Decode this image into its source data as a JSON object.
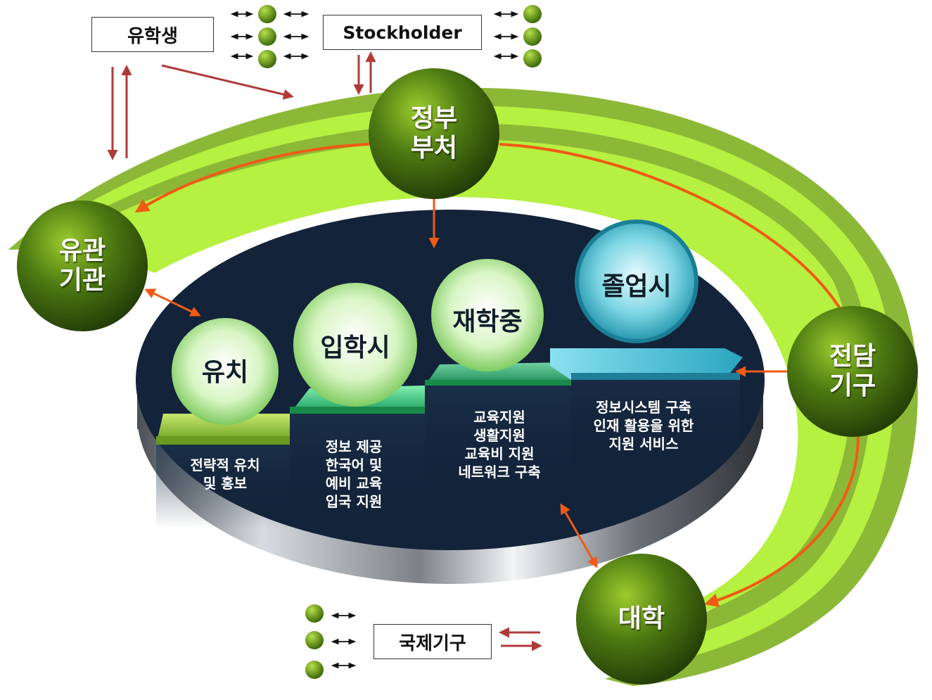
{
  "boxes": {
    "international_students": "유학생",
    "stockholder": "Stockholder",
    "international_organizations": "국제기구"
  },
  "nodes": {
    "government": [
      "정부",
      "부처"
    ],
    "related_agencies": [
      "유관",
      "기관"
    ],
    "dedicated_agency": [
      "전담",
      "기구"
    ],
    "university": [
      "대학"
    ]
  },
  "stages": [
    {
      "label": "유치",
      "items": [
        "전략적 유치",
        "및 홍보"
      ]
    },
    {
      "label": "입학시",
      "items": [
        "정보 제공",
        "한국어 및",
        "예비 교육",
        "입국 지원"
      ]
    },
    {
      "label": "재학중",
      "items": [
        "교육지원",
        "생활지원",
        "교육비 지원",
        "네트워크 구축"
      ]
    },
    {
      "label": "졸업시",
      "items": [
        "정보시스템 구축",
        "인재 활용을 위한",
        "지원 서비스"
      ]
    }
  ],
  "colors": {
    "ring_bright": "#b6f040",
    "ring_dark": "#8cb838",
    "node_dark": "#2d4a0a",
    "node_light": "#8bbd2a",
    "platform": "#13233a",
    "orange_arrow": "#f05a14",
    "red_arrow": "#b03a3a",
    "graduation_accent": "#3fb8c8"
  }
}
